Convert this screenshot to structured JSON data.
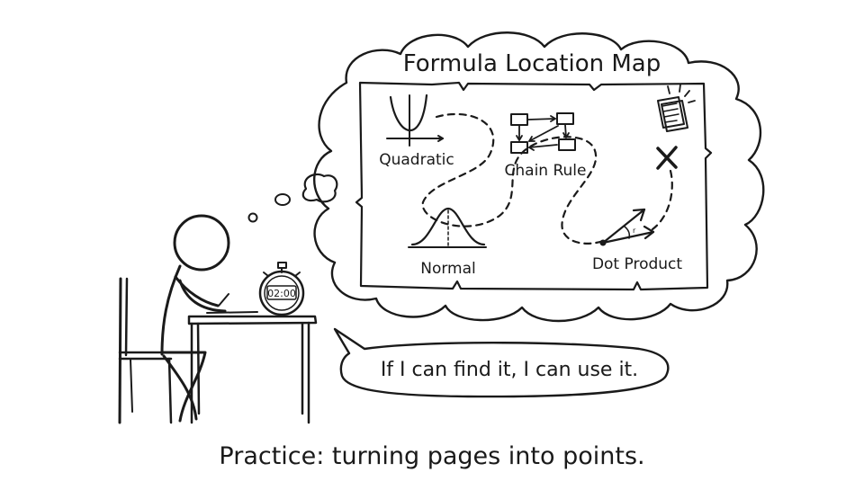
{
  "thought_bubble": {
    "title": "Formula Location Map",
    "locations": {
      "quadratic": "Quadratic",
      "chain_rule": "Chain Rule",
      "normal": "Normal",
      "dot_product": "Dot Product"
    },
    "timer_display": "02:00"
  },
  "speech_bubble": {
    "text": "If I can find it, I can use it."
  },
  "caption": "Practice: turning pages into points.",
  "colors": {
    "ink": "#1a1a1a",
    "background": "#ffffff"
  }
}
